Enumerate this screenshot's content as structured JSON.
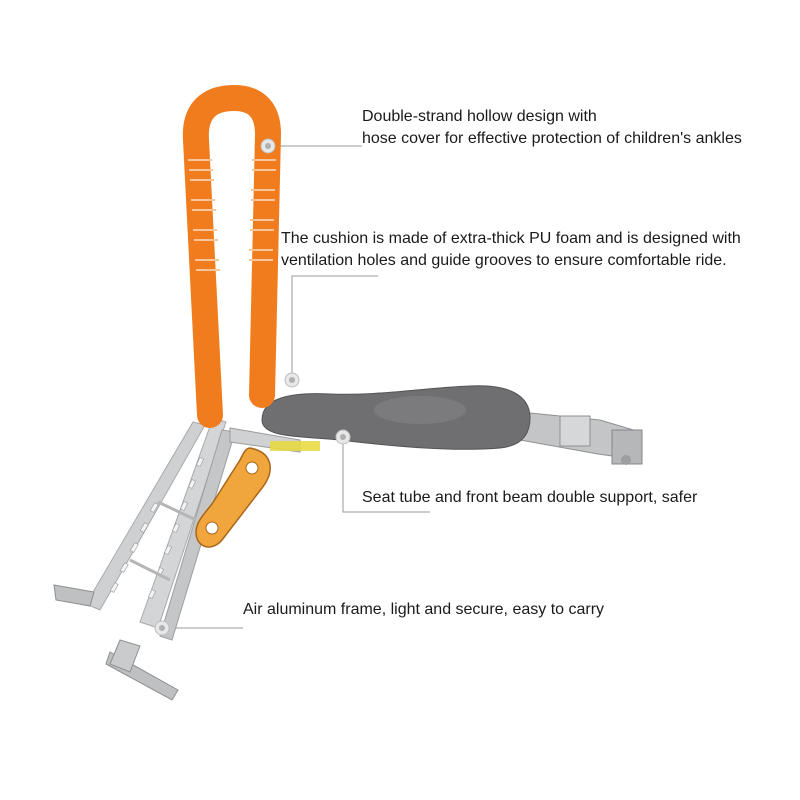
{
  "callouts": {
    "ankle": {
      "line1": "Double-strand hollow design with",
      "line2": "hose cover for effective protection of children's ankles"
    },
    "cushion": {
      "line1": "The cushion is made of extra-thick PU foam and is designed with",
      "line2": "ventilation holes and guide grooves to ensure comfortable ride."
    },
    "support": {
      "line1": "Seat tube and front beam double support, safer"
    },
    "frame": {
      "line1": "Air aluminum frame, light and secure, easy to carry"
    }
  },
  "colors": {
    "handle": "#f07c1e",
    "seat": "#6f6f72",
    "frame": "#c9cacc",
    "leader_line": "#9a9a9a",
    "text": "#1a1a1a"
  }
}
